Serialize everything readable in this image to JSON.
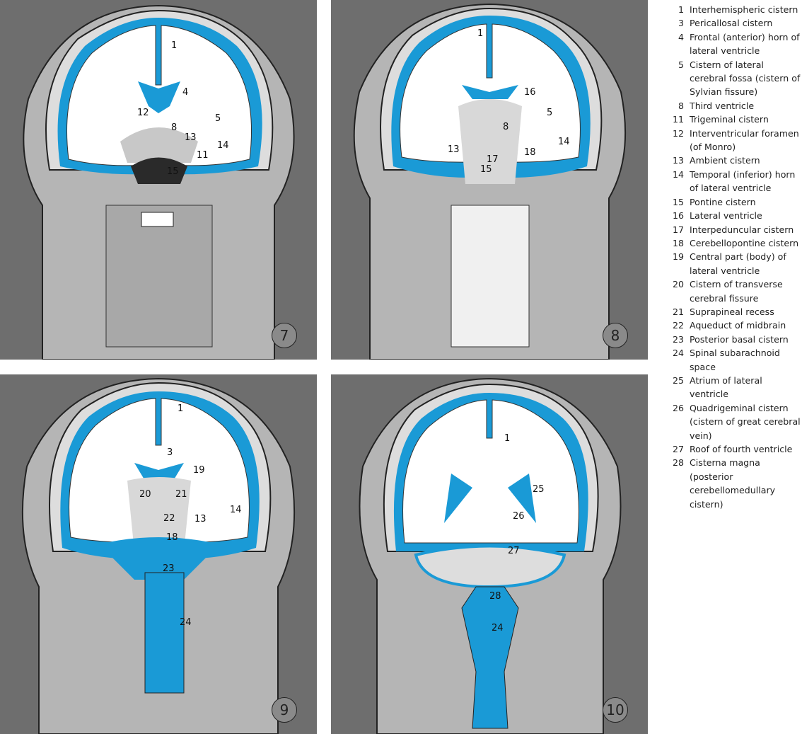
{
  "colors": {
    "csf": "#1a9ad6",
    "background": "#6e6e6e",
    "brain": "#ffffff",
    "gray_matter": "#c8c8c8"
  },
  "panels": [
    {
      "number": "7",
      "labels": [
        "1",
        "4",
        "12",
        "5",
        "8",
        "13",
        "14",
        "11",
        "15"
      ]
    },
    {
      "number": "8",
      "labels": [
        "1",
        "16",
        "5",
        "8",
        "14",
        "13",
        "18",
        "17",
        "15"
      ]
    },
    {
      "number": "9",
      "labels": [
        "1",
        "3",
        "19",
        "20",
        "21",
        "14",
        "22",
        "13",
        "18",
        "23",
        "24"
      ]
    },
    {
      "number": "10",
      "labels": [
        "1",
        "25",
        "26",
        "27",
        "28",
        "24"
      ]
    }
  ],
  "legend": [
    {
      "n": "1",
      "text": "Interhemispheric cistern"
    },
    {
      "n": "3",
      "text": "Pericallosal cistern"
    },
    {
      "n": "4",
      "text": "Frontal (anterior) horn of lateral ventricle"
    },
    {
      "n": "5",
      "text": "Cistern of lateral cerebral fossa (cistern of Sylvian fissure)"
    },
    {
      "n": "8",
      "text": "Third ventricle"
    },
    {
      "n": "11",
      "text": "Trigeminal cistern"
    },
    {
      "n": "12",
      "text": "Interventricular foramen (of Monro)"
    },
    {
      "n": "13",
      "text": "Ambient cistern"
    },
    {
      "n": "14",
      "text": "Temporal (inferior) horn of lateral ventricle"
    },
    {
      "n": "15",
      "text": "Pontine cistern"
    },
    {
      "n": "16",
      "text": "Lateral ventricle"
    },
    {
      "n": "17",
      "text": "Interpeduncular cistern"
    },
    {
      "n": "18",
      "text": "Cerebellopontine cistern"
    },
    {
      "n": "19",
      "text": "Central part (body) of lateral ventricle"
    },
    {
      "n": "20",
      "text": "Cistern of transverse cerebral fissure"
    },
    {
      "n": "21",
      "text": "Suprapineal recess"
    },
    {
      "n": "22",
      "text": "Aqueduct of midbrain"
    },
    {
      "n": "23",
      "text": "Posterior basal cistern"
    },
    {
      "n": "24",
      "text": "Spinal subarachnoid space"
    },
    {
      "n": "25",
      "text": "Atrium of lateral ventricle"
    },
    {
      "n": "26",
      "text": "Quadrigeminal cistern (cistern of great cerebral vein)"
    },
    {
      "n": "27",
      "text": "Roof of fourth ventricle"
    },
    {
      "n": "28",
      "text": "Cisterna magna (posterior cerebellomedullary cistern)"
    }
  ]
}
